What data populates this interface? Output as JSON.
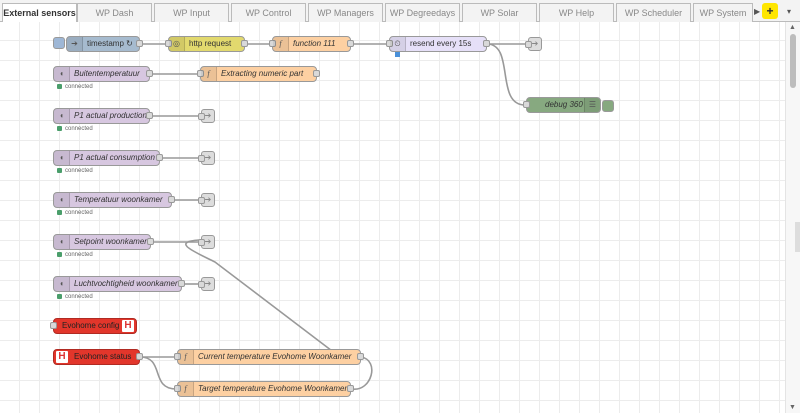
{
  "tabs": [
    {
      "label": "External sensors",
      "active": true
    },
    {
      "label": "WP Dash"
    },
    {
      "label": "WP Input"
    },
    {
      "label": "WP Control"
    },
    {
      "label": "WP Managers"
    },
    {
      "label": "WP Degreedays"
    },
    {
      "label": "WP Solar"
    },
    {
      "label": "WP Help"
    },
    {
      "label": "WP Scheduler"
    },
    {
      "label": "WP System"
    }
  ],
  "tab_controls": {
    "scroll_right": "▶",
    "add": "+",
    "menu": "▾"
  },
  "nodes": {
    "timestamp": "timestamp ↻",
    "http_request": "http request",
    "function_111": "function 111",
    "resend": "resend every 15s",
    "debug": "debug 360",
    "buitentemp": "Buitentemperatuur",
    "extracting": "Extracting numeric part",
    "p1_production": "P1 actual production",
    "p1_consumption": "P1 actual consumption",
    "temp_woonkamer": "Temperatuur woonkamer",
    "setpoint_woonkamer": "Setpoint woonkamer",
    "lucht_woonkamer": "Luchtvochtigheid woonkamer",
    "evohome_config": "Evohome config",
    "evohome_status": "Evohome status",
    "current_temp": "Current temperature Evohome Woonkamer",
    "target_temp": "Target temperature Evohome Woonkamer"
  },
  "status_text": "connected",
  "colors": {
    "inject": "#a6bbcf",
    "change": "#e2d96e",
    "function": "#fdd0a2",
    "delay": "#e6e0f8",
    "debug": "#87a980",
    "sensor": "#d7c7e0",
    "evohome": "#e2362b",
    "status_ok": "#4a9e6b",
    "tab_add": "#ffe600"
  }
}
